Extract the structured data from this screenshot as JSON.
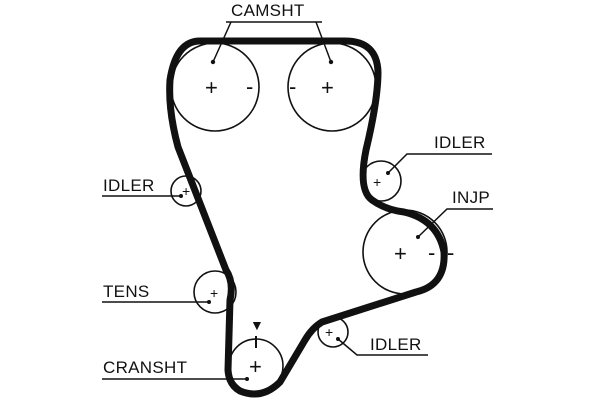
{
  "diagram": {
    "title": "Timing belt routing",
    "components": [
      {
        "id": "camshaft-left",
        "label": "CAMSHT",
        "signs": [
          "+",
          "-"
        ]
      },
      {
        "id": "camshaft-right",
        "label": "CAMSHT",
        "signs": [
          "-",
          "+"
        ]
      },
      {
        "id": "idler-upper-right",
        "label": "IDLER",
        "signs": [
          "+"
        ]
      },
      {
        "id": "injection-pump",
        "label": "INJP",
        "signs": [
          "+",
          "-",
          "-"
        ]
      },
      {
        "id": "idler-left",
        "label": "IDLER",
        "signs": [
          "+"
        ]
      },
      {
        "id": "tensioner",
        "label": "TENS",
        "signs": [
          "+"
        ]
      },
      {
        "id": "crankshaft",
        "label": "CRANSHT",
        "signs": [
          "+"
        ],
        "marker": "▼"
      },
      {
        "id": "idler-lower",
        "label": "IDLER",
        "signs": [
          "+"
        ]
      }
    ],
    "labels": {
      "camshaft": "CAMSHT",
      "idler_upper_right": "IDLER",
      "injection_pump": "INJP",
      "idler_left": "IDLER",
      "tensioner": "TENS",
      "crankshaft": "CRANSHT",
      "idler_lower": "IDLER"
    },
    "signs": {
      "plus": "+",
      "minus": "-",
      "timing_mark": "▼"
    }
  }
}
